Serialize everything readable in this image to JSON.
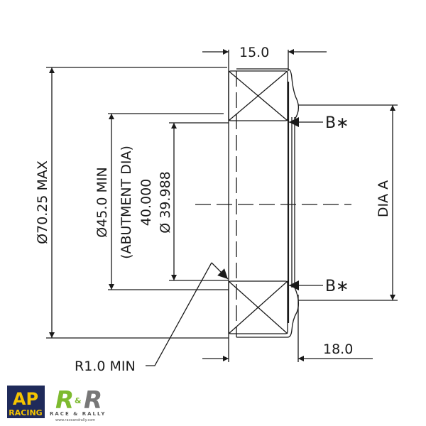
{
  "dimensions": {
    "width_top": "15.0",
    "outer_dia": "Ø70.25 MAX",
    "abutment_line1": "Ø45.0 MIN",
    "abutment_line2": "(ABUTMENT DIA)",
    "bore_line1": "40.000",
    "bore_line2": "Ø 39.988",
    "dia_a": "DIA A",
    "datum_upper": "B∗",
    "datum_lower": "B∗",
    "width_bottom": "18.0",
    "radius": "R1.0 MIN"
  },
  "logos": {
    "ap_racing": {
      "line1": "AP",
      "line2": "RACING",
      "bg": "#1f2a5a",
      "fg": "#f5c400"
    },
    "race_and_rally": {
      "mark": "R&R",
      "tagline": "RACE & RALLY",
      "url": "www.raceandrally.com",
      "green": "#7dba2f",
      "grey": "#777777"
    }
  },
  "colors": {
    "line": "#1a1a1a"
  }
}
